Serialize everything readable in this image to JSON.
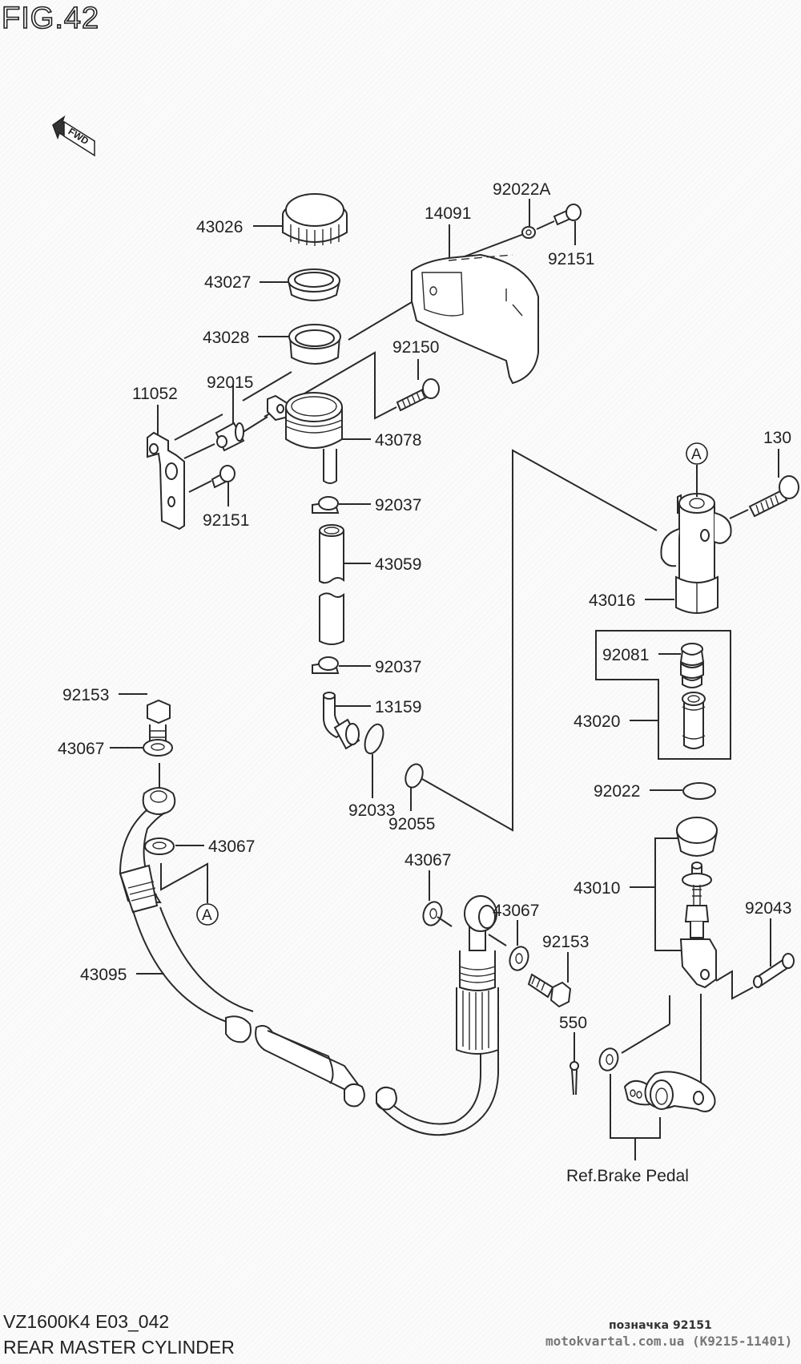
{
  "figure": {
    "title": "FIG.42",
    "direction_marker": "FWD",
    "model_code": "VZ1600K4 E03_042",
    "section_name": "REAR MASTER CYLINDER",
    "reference_note": "Ref.Brake Pedal",
    "connection_marker": "A"
  },
  "parts": {
    "p43026": "43026",
    "p43027": "43027",
    "p43028": "43028",
    "p14091": "14091",
    "p92022A": "92022A",
    "p92151_top": "92151",
    "p92150": "92150",
    "p11052": "11052",
    "p92015": "92015",
    "p43078": "43078",
    "p92151_left": "92151",
    "p92037_upper": "92037",
    "p43059": "43059",
    "p92037_lower": "92037",
    "p13159": "13159",
    "p92033": "92033",
    "p92055": "92055",
    "p92153_left": "92153",
    "p43067_a": "43067",
    "p43067_b": "43067",
    "p43067_c": "43067",
    "p43067_d": "43067",
    "p43095": "43095",
    "p92153_right": "92153",
    "p130": "130",
    "p43016": "43016",
    "p92081": "92081",
    "p43020": "43020",
    "p92022": "92022",
    "p43010": "43010",
    "p92043": "92043",
    "p550": "550"
  },
  "watermark": {
    "label": "позначка 92151",
    "site": "motokvartal.com.ua (K9215-11401)"
  }
}
